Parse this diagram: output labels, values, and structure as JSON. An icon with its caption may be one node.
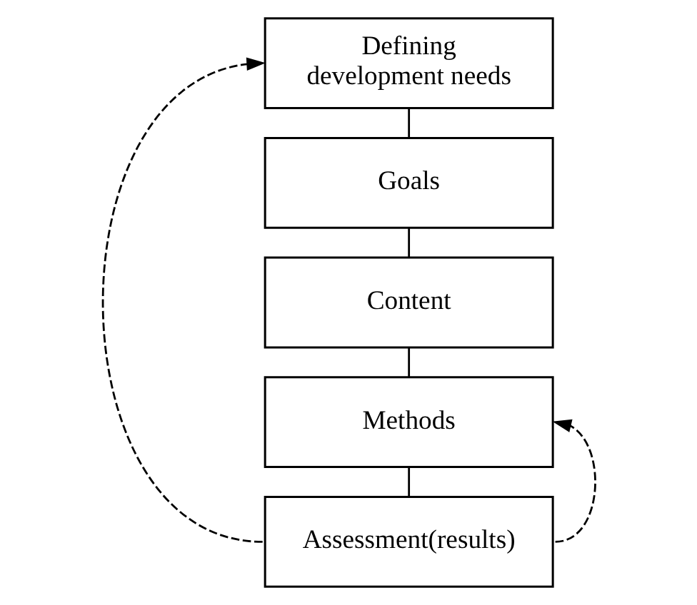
{
  "diagram": {
    "nodes": [
      {
        "text": [
          "Defining development needs"
        ]
      },
      {
        "text": [
          "Goals"
        ]
      },
      {
        "text": [
          "Content"
        ]
      },
      {
        "text": [
          "Methods"
        ]
      },
      {
        "text": [
          "Assessment(results)"
        ]
      }
    ],
    "edges": [
      {
        "from": 0,
        "to": 1,
        "arrow": "none"
      },
      {
        "from": 1,
        "to": 2,
        "arrow": "none"
      },
      {
        "from": 2,
        "to": 3,
        "arrow": "none"
      },
      {
        "from": 3,
        "to": 4,
        "arrow": "none"
      },
      {
        "from": 4,
        "to": 0,
        "arrow": "to",
        "style": "dashed"
      },
      {
        "from": 4,
        "to": 3,
        "arrow": "to",
        "style": "dashed"
      }
    ]
  }
}
